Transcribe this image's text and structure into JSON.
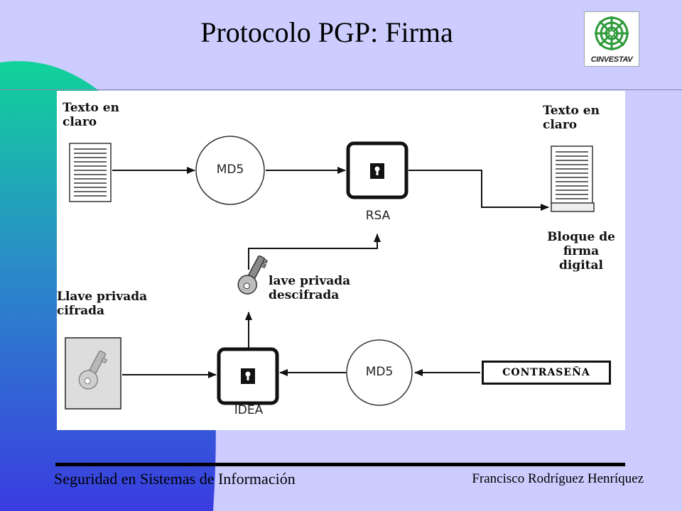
{
  "slide": {
    "title": "Protocolo PGP: Firma",
    "logo_text": "CINVESTAV"
  },
  "diagram": {
    "label_plain_text_left": "Texto en claro",
    "label_plain_text_right": "Texto en claro",
    "label_md5_top": "MD5",
    "label_rsa": "RSA",
    "label_signature_block": "Bloque de firma digital",
    "label_decrypted_key": "lave privada descifrada",
    "label_encrypted_key": "Llave privada cifrada",
    "label_idea": "IDEA",
    "label_md5_bottom": "MD5",
    "label_password": "CONTRASEÑA"
  },
  "footer": {
    "course": "Seguridad en Sistemas de Información",
    "author": "Francisco Rodríguez Henríquez"
  },
  "colors": {
    "background": "#ccccff",
    "accent_teal": "#1fc2a0",
    "accent_blue": "#2f3fd6"
  }
}
